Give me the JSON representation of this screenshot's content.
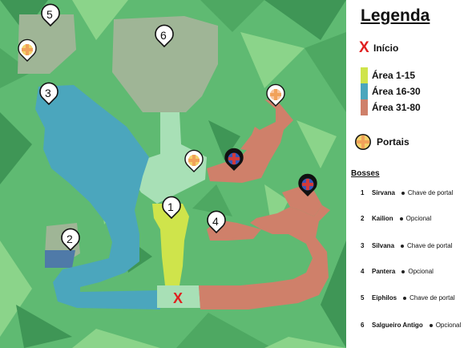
{
  "legend": {
    "title": "Legenda",
    "start_label": "Início",
    "start_marker": "X",
    "areas": [
      {
        "label": "Área 1-15",
        "color": "#cfe44b"
      },
      {
        "label": "Área 16-30",
        "color": "#4ba6bd"
      },
      {
        "label": "Área 31-80",
        "color": "#cf806a"
      }
    ],
    "portals_label": "Portais",
    "bosses_title": "Bosses",
    "bosses": [
      {
        "num": "1",
        "name": "Sirvana",
        "note": "Chave de portal"
      },
      {
        "num": "2",
        "name": "Kailion",
        "note": "Opcional"
      },
      {
        "num": "3",
        "name": "Silvana",
        "note": "Chave de portal"
      },
      {
        "num": "4",
        "name": "Pantera",
        "note": "Opcional"
      },
      {
        "num": "5",
        "name": "Eiphilos",
        "note": "Chave de portal"
      },
      {
        "num": "6",
        "name": "Salgueiro Antigo",
        "note": "Opcional"
      }
    ]
  },
  "map": {
    "start_marker": "X",
    "markers": [
      "1",
      "2",
      "3",
      "4",
      "5",
      "6"
    ],
    "colors": {
      "grass": "#5fba72",
      "grass_dark": "#3f9656",
      "grass_light": "#8bd48a",
      "boss_zone": "#9fb596",
      "hub": "#a8e0b6",
      "lake": "#4f7aa8",
      "portal_yellow": "#f3d26a",
      "portal_orange": "#f1a25a",
      "portal_blue": "#3a56b8",
      "portal_red": "#d23a3a"
    }
  }
}
